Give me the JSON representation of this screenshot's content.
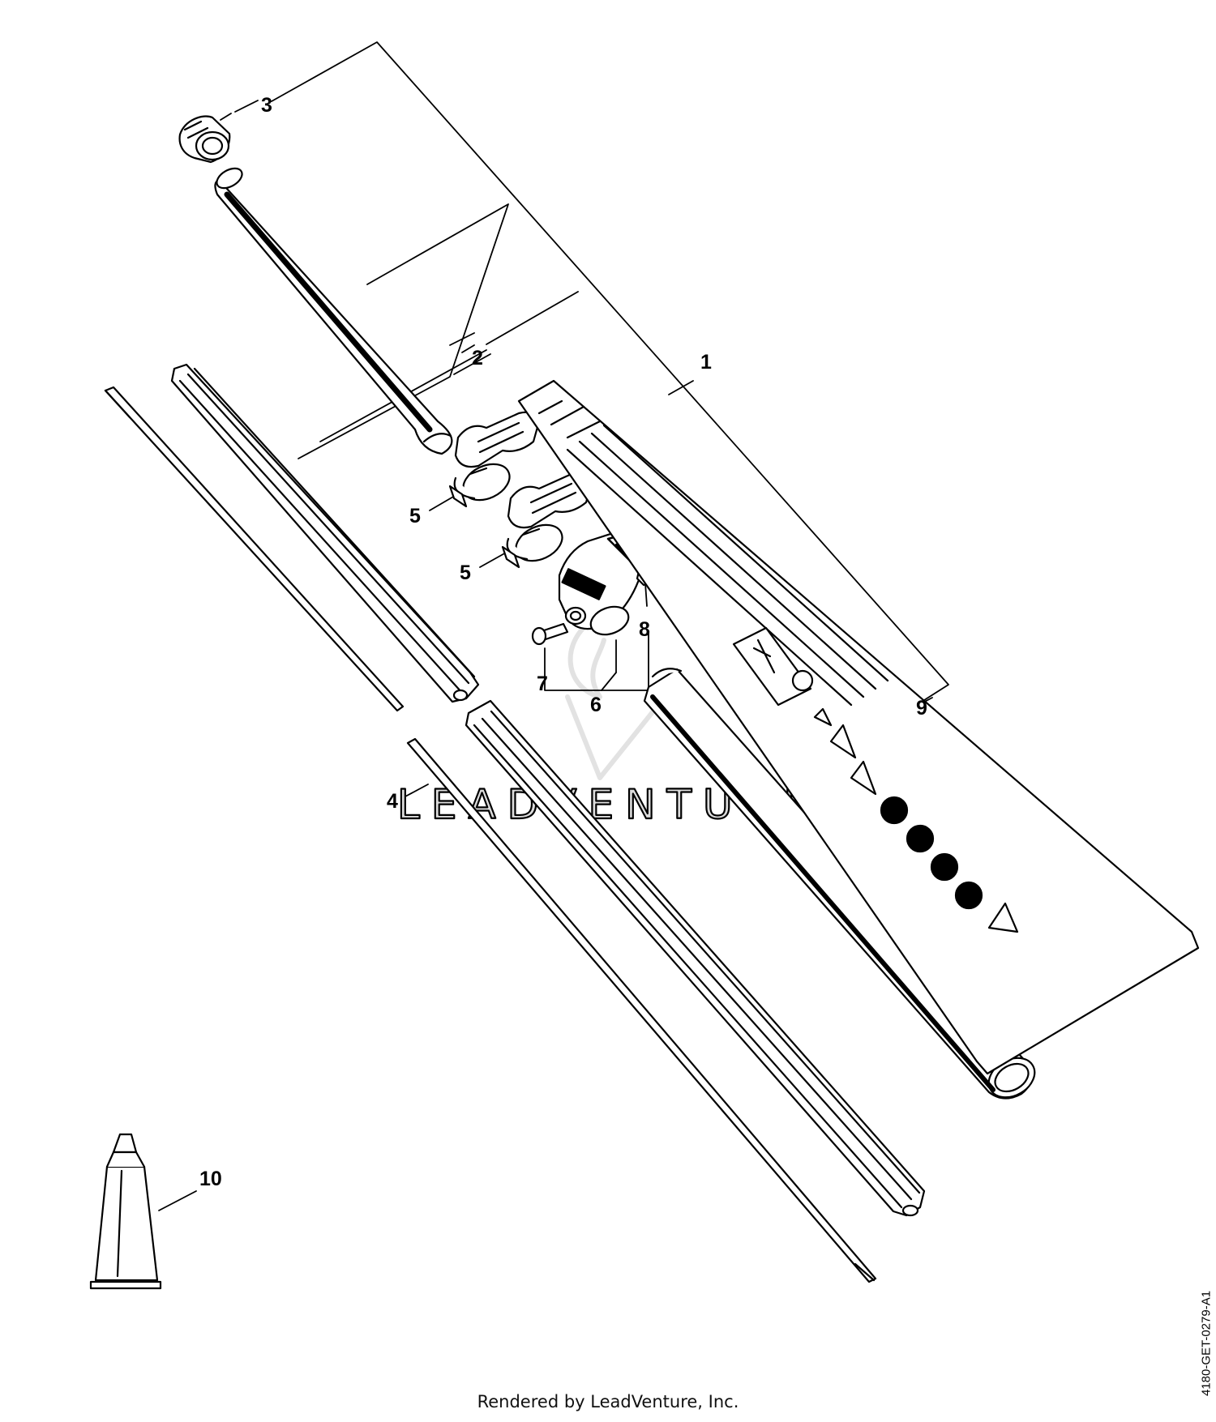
{
  "callouts": [
    {
      "id": "1",
      "label": "1"
    },
    {
      "id": "2",
      "label": "2"
    },
    {
      "id": "3",
      "label": "3"
    },
    {
      "id": "4",
      "label": "4"
    },
    {
      "id": "5a",
      "label": "5"
    },
    {
      "id": "5b",
      "label": "5"
    },
    {
      "id": "6",
      "label": "6"
    },
    {
      "id": "7",
      "label": "7"
    },
    {
      "id": "8",
      "label": "8"
    },
    {
      "id": "9",
      "label": "9"
    },
    {
      "id": "10",
      "label": "10"
    }
  ],
  "watermark": "LEADVENTURE",
  "footer": "Rendered by LeadVenture, Inc.",
  "document_id": "4180-GET-0279-A1"
}
